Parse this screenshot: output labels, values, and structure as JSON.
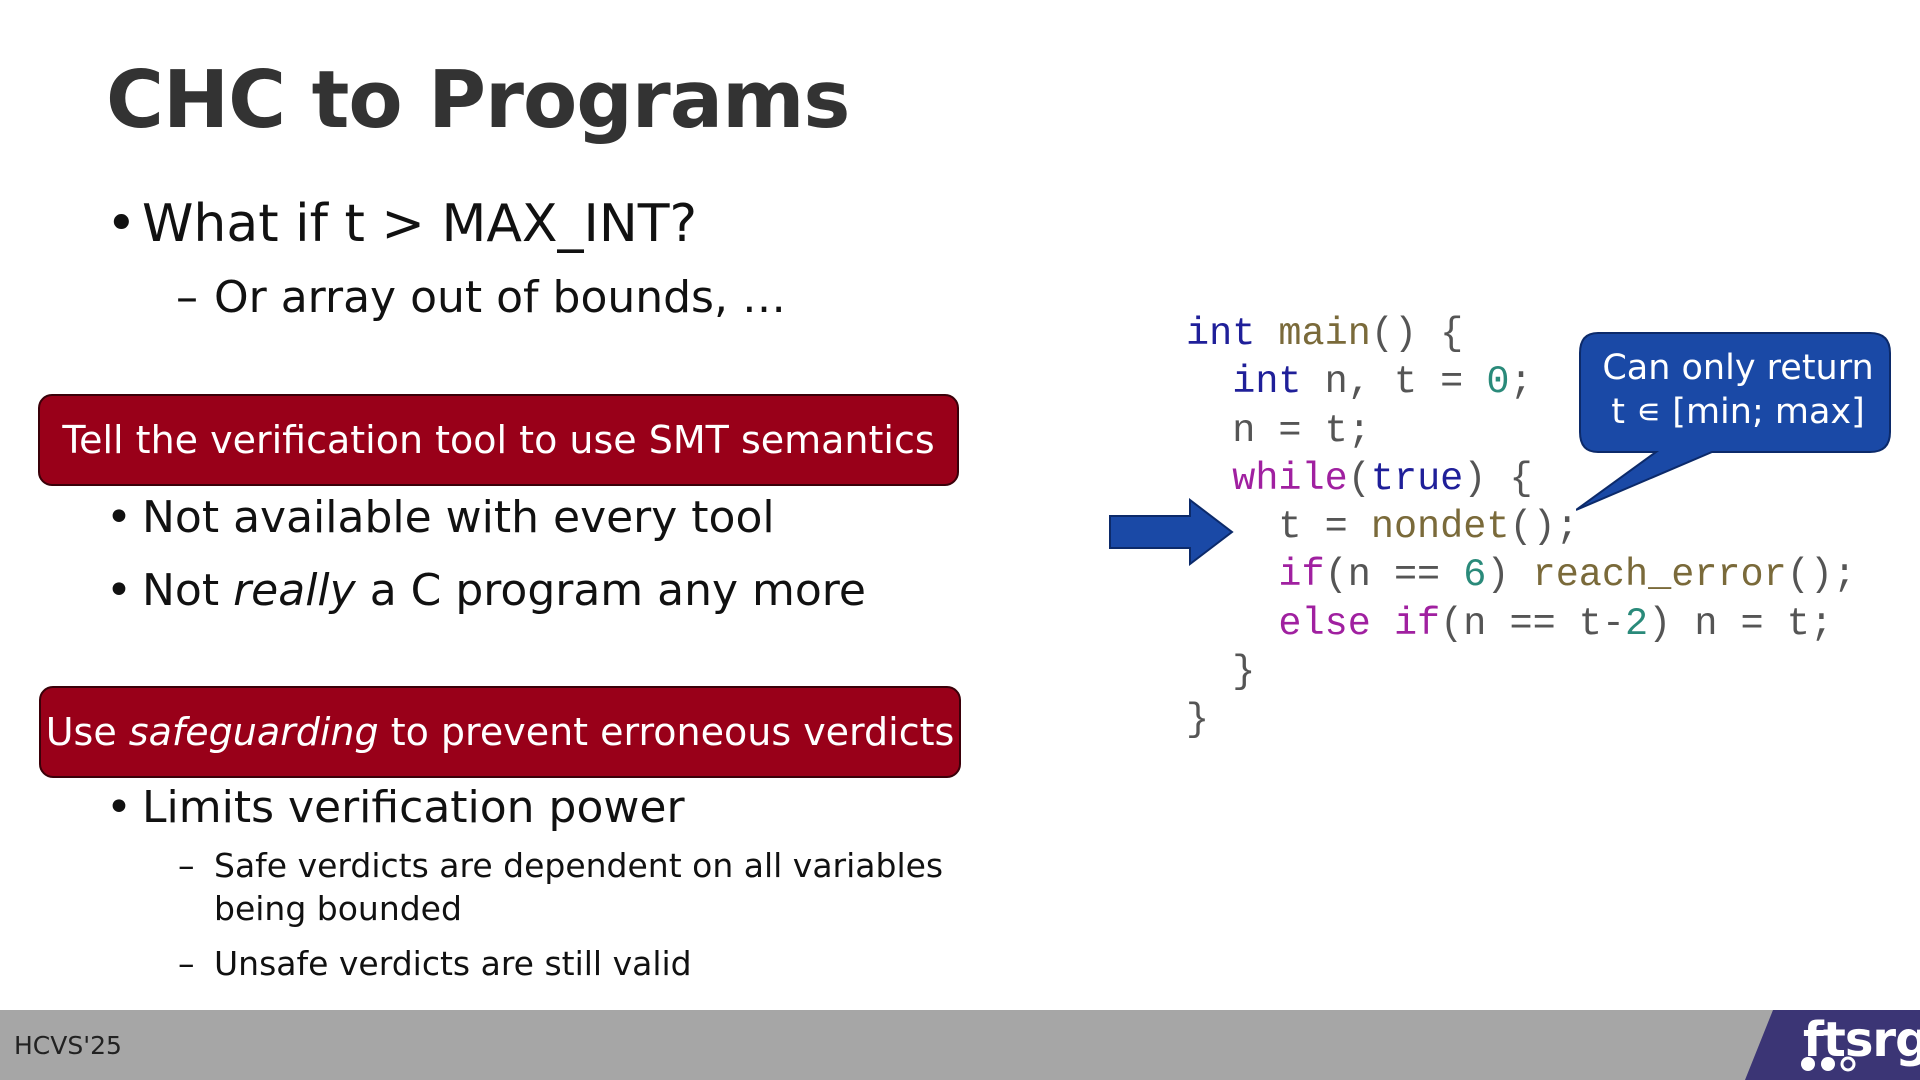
{
  "slide": {
    "title": "CHC to Programs",
    "bullet_what_if": "What if t > MAX_INT?",
    "sub_array": "Or array out of bounds, …",
    "box1": "Tell the verification tool to use SMT semantics",
    "bullet_not_available": "Not available with every tool",
    "not_really_pre": "Not ",
    "not_really_em": "really",
    "not_really_post": " a C program any more",
    "box2_pre": "Use ",
    "box2_em": "safeguarding",
    "box2_post": " to prevent erroneous verdicts",
    "bullet_limits": "Limits verification power",
    "sub_safe_line1": "Safe verdicts are dependent on all variables",
    "sub_safe_line2": "being bounded",
    "sub_unsafe": "Unsafe verdicts are still valid",
    "bullet_char": "•",
    "dash_char": "–"
  },
  "code": {
    "l1_int": "int",
    "l1_main": "main",
    "l1_rest": "() {",
    "l2_indent": "  ",
    "l2_int": "int",
    "l2_mid": " n, t = ",
    "l2_zero": "0",
    "l2_end": ";",
    "l3": "  n = t;",
    "l4_indent": "  ",
    "l4_while": "while",
    "l4_p1": "(",
    "l4_true": "true",
    "l4_p2": ") {",
    "l5_indent": "    t = ",
    "l5_fn": "nondet",
    "l5_end": "();",
    "l6_indent": "    ",
    "l6_if": "if",
    "l6_mid": "(n == ",
    "l6_six": "6",
    "l6_p": ") ",
    "l6_fn": "reach_error",
    "l6_end": "();",
    "l7_indent": "    ",
    "l7_else": "else if",
    "l7_mid": "(n == t-",
    "l7_two": "2",
    "l7_end": ") n = t;",
    "l8": "  }",
    "l9": "}"
  },
  "callout": {
    "line1": "Can only return",
    "line2": "t ∊ [min; max]"
  },
  "footer": {
    "text": "HCVS'25",
    "logo": "ftsrg"
  },
  "colors": {
    "red_box": "#990019",
    "callout_blue": "#1a49a6",
    "arrow_blue": "#1a49a6",
    "footer_gray": "#a6a6a6",
    "logo_purple": "#3b3575"
  }
}
